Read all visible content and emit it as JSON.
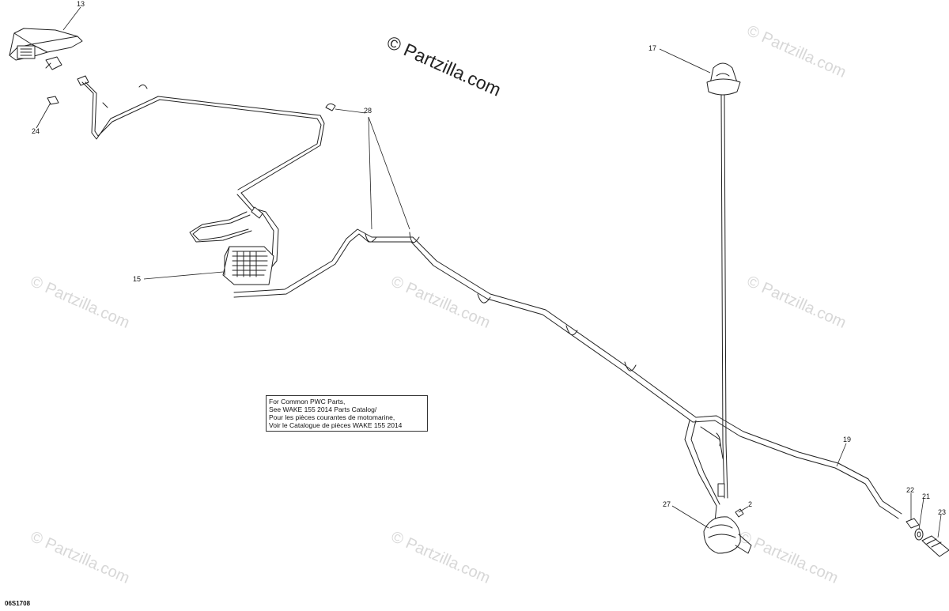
{
  "watermark": {
    "main": "© Partzilla.com",
    "repeat": "© Partzilla.com"
  },
  "figure_code": "06S1708",
  "note_lines": [
    "For Common PWC Parts,",
    "See WAKE 155 2014 Parts Catalog/",
    "Pour les pièces courantes de motomarine,",
    "Voir le Catalogue de pièces WAKE 155 2014"
  ],
  "callouts": {
    "c13": "13",
    "c24": "24",
    "c28": "28",
    "c17": "17",
    "c15": "15",
    "c19": "19",
    "c27": "27",
    "c2": "2",
    "c22": "22",
    "c21": "21",
    "c23": "23"
  },
  "colors": {
    "line": "#222222",
    "watermark": "#b8b8b8"
  }
}
